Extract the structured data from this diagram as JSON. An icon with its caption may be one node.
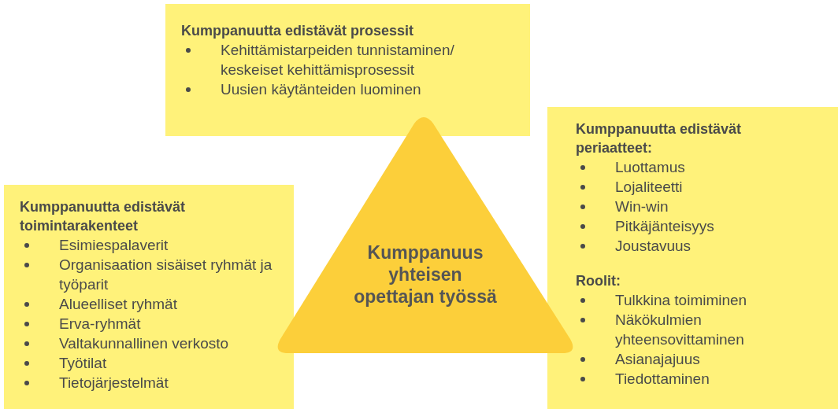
{
  "diagram": {
    "nodes": [
      {
        "text": [
          "Kumppanuutta edistävät prosessit",
          "Kehittämistarpeiden tunnistaminen/ keskeiset kehittämisprosessit",
          "Uusien käytänteiden luominen"
        ]
      },
      {
        "text": [
          "Kumppanuutta edistävät toimintarakenteet",
          "Esimiespalaverit",
          "Organisaation sisäiset ryhmät ja työparit",
          "Alueelliset ryhmät",
          "Erva-ryhmät",
          "Valtakunnallinen verkosto",
          "Työtilat",
          "Tietojärjestelmät"
        ]
      },
      {
        "text": [
          "Kumppanuus yhteisen opettajan työssä"
        ]
      },
      {
        "text": [
          "Kumppanuutta edistävät periaatteet:",
          "Luottamus",
          "Lojaliteetti",
          "Win-win",
          "Pitkäjänteisyys",
          "Joustavuus",
          "Roolit:",
          "Tulkkina toimiminen",
          "Näkökulmien yhteensovittaminen",
          "Asianajajuus",
          "Tiedottaminen"
        ]
      }
    ]
  }
}
